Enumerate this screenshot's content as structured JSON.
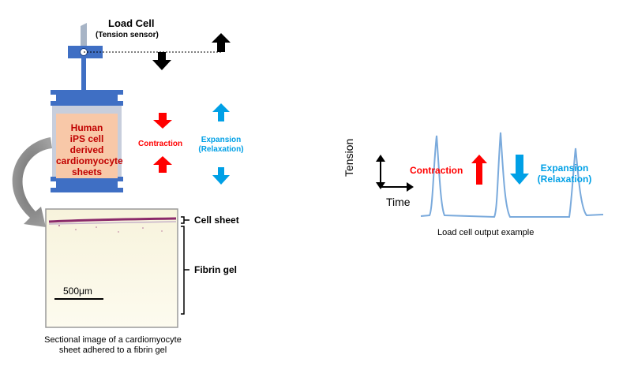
{
  "load_cell": {
    "title": "Load Cell",
    "subtitle": "(Tension sensor)"
  },
  "sample": {
    "lines": [
      "Human",
      "iPS cell derived",
      "cardiomyocyte",
      "sheets"
    ]
  },
  "contraction_label": "Contraction",
  "expansion_label": {
    "line1": "Expansion",
    "line2": "(Relaxation)"
  },
  "section": {
    "cell_sheet_label": "Cell sheet",
    "fibrin_gel_label": "Fibrin gel",
    "scale_bar_label": "500μm",
    "caption_line1": "Sectional image of a cardiomyocyte",
    "caption_line2": "sheet adhered to a fibrin gel"
  },
  "graph": {
    "y_axis_label": "Tension",
    "x_axis_label": "Time",
    "contraction_label": "Contraction",
    "expansion_label": {
      "line1": "Expansion",
      "line2": "(Relaxation)"
    },
    "caption": "Load cell output example"
  },
  "colors": {
    "frame_blue": "#3f6fc4",
    "sample_fill": "#f8c8a8",
    "sample_text": "#c00000",
    "contraction_red": "#ff0000",
    "expansion_cyan": "#00a0e6",
    "trace_blue": "#7aaadc",
    "gel_fill": "#fbf8e4",
    "cell_layer": "#8b2a6a"
  },
  "icons": [
    "up-arrow-icon",
    "down-arrow-icon",
    "curved-arrow-icon",
    "double-axis-arrow-icon"
  ]
}
